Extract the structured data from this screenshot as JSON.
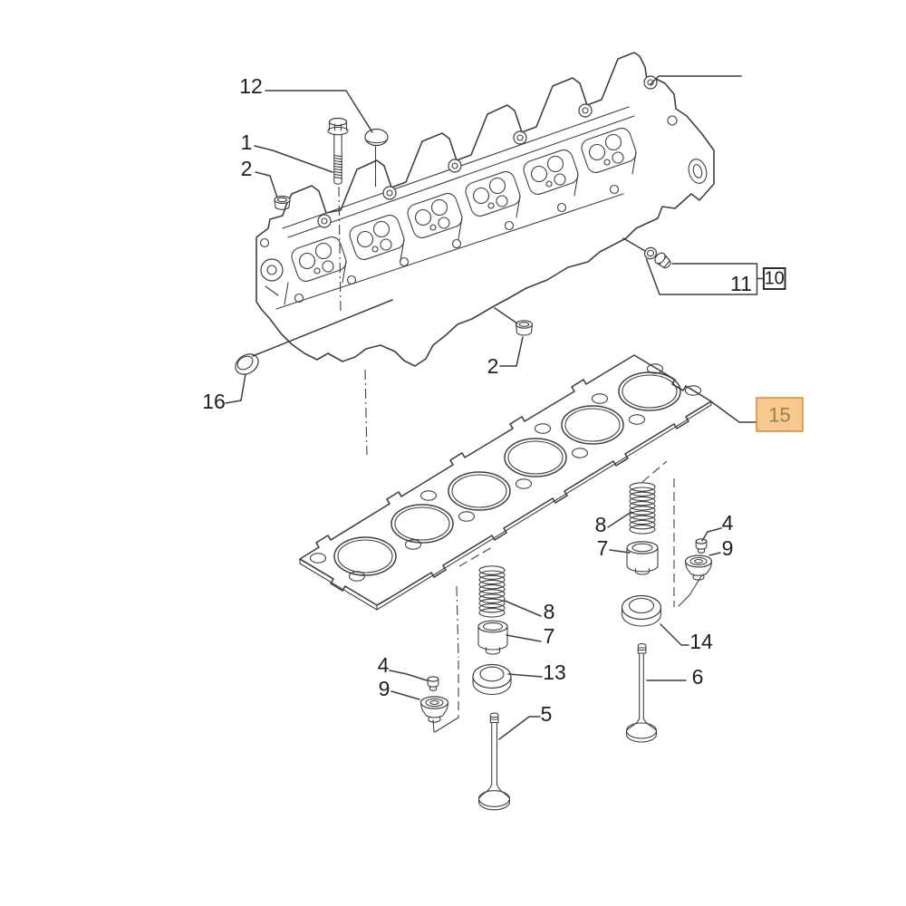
{
  "figure": {
    "type": "exploded-parts-diagram"
  },
  "colors": {
    "line": "#3f3f3f",
    "label_text": "#1f1f1f",
    "background": "#ffffff",
    "highlight_fill": "#f7c98f",
    "highlight_border": "#cf8a45",
    "highlight_text": "#9b7d55",
    "ref_box_border": "#2e2e2e"
  },
  "callouts": [
    {
      "ref": "12",
      "style": "plain"
    },
    {
      "ref": "1",
      "style": "plain"
    },
    {
      "ref": "2",
      "style": "plain"
    },
    {
      "ref": "16",
      "style": "plain"
    },
    {
      "ref": "2",
      "style": "plain"
    },
    {
      "ref": "11",
      "style": "plain"
    },
    {
      "ref": "10",
      "style": "boxed"
    },
    {
      "ref": "15",
      "style": "highlighted"
    },
    {
      "ref": "8",
      "style": "plain"
    },
    {
      "ref": "7",
      "style": "plain"
    },
    {
      "ref": "13",
      "style": "plain"
    },
    {
      "ref": "4",
      "style": "plain"
    },
    {
      "ref": "9",
      "style": "plain"
    },
    {
      "ref": "5",
      "style": "plain"
    },
    {
      "ref": "8",
      "style": "plain"
    },
    {
      "ref": "7",
      "style": "plain"
    },
    {
      "ref": "4",
      "style": "plain"
    },
    {
      "ref": "9",
      "style": "plain"
    },
    {
      "ref": "14",
      "style": "plain"
    },
    {
      "ref": "6",
      "style": "plain"
    }
  ]
}
